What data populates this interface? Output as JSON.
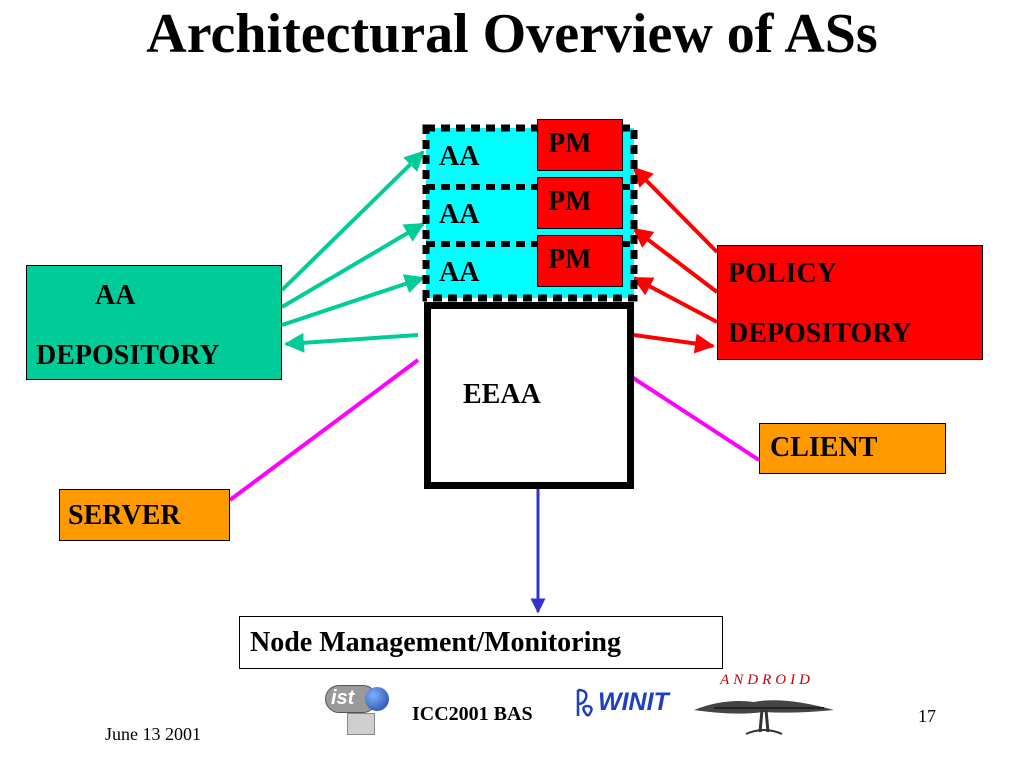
{
  "slide": {
    "title": "Architectural Overview of ASs",
    "date": "June 13 2001",
    "event": "ICC2001 BAS",
    "page_number": "17"
  },
  "diagram": {
    "aa_depository": {
      "line1": "AA",
      "line2": "DEPOSITORY"
    },
    "policy_depository": {
      "line1": "POLICY",
      "line2": "DEPOSITORY"
    },
    "aa_labels": [
      "AA",
      "AA",
      "AA"
    ],
    "pm_labels": [
      "PM",
      "PM",
      "PM"
    ],
    "eeaa": "EEAA",
    "client": "CLIENT",
    "server": "SERVER",
    "node_management": "Node Management/Monitoring"
  },
  "logos": {
    "ist": "ist",
    "winit": "WINIT",
    "android": "ANDROID"
  },
  "colors": {
    "aa_depository": "#00cc99",
    "policy_depository": "#ff0000",
    "aa_block": "#00ffff",
    "client_server": "#ff9900",
    "green_arrow": "#00cc99",
    "red_arrow": "#ff0000",
    "magenta_line": "#ff00ff",
    "blue_arrow": "#3333cc"
  }
}
